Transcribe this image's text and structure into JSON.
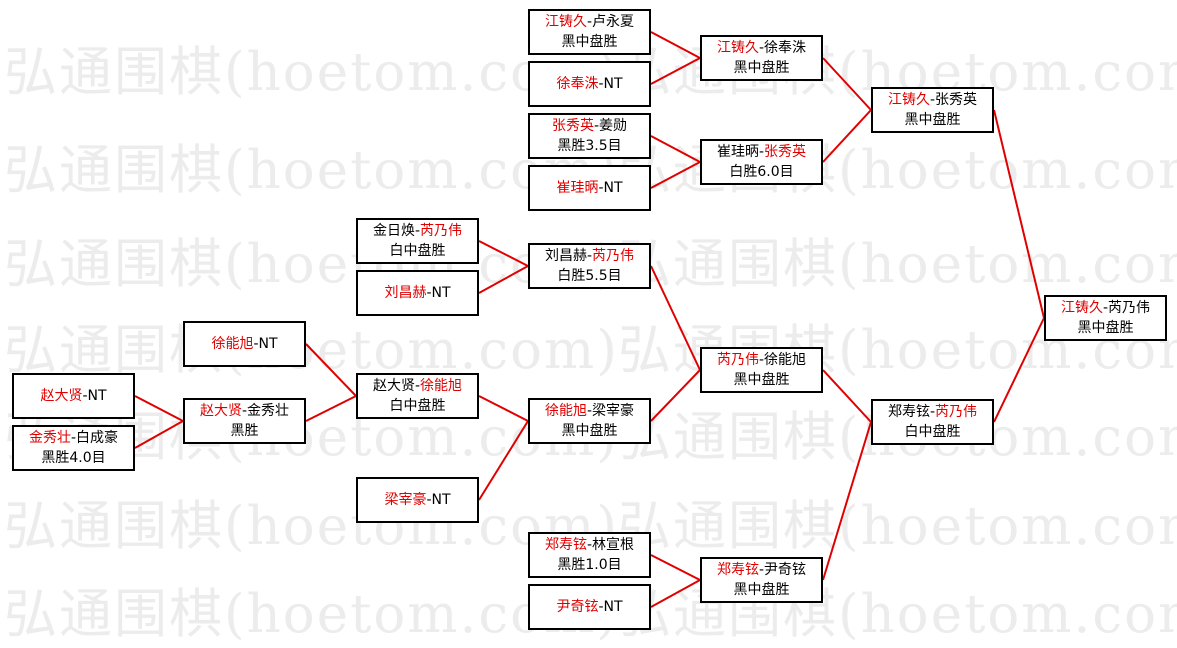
{
  "watermark": "弘通围棋(hoetom.com)",
  "colors": {
    "winner_text": "#e00000",
    "line": "#e00000",
    "border": "#000000"
  },
  "matches": [
    {
      "id": "r1a",
      "p1": "赵大贤",
      "sep": "-",
      "p2": "NT",
      "winner": 1,
      "result": ""
    },
    {
      "id": "r1b",
      "p1": "金秀壮",
      "sep": "-",
      "p2": "白成豪",
      "winner": 1,
      "result": "黑胜4.0目"
    },
    {
      "id": "r1c",
      "p1": "徐能旭",
      "sep": "-",
      "p2": "NT",
      "winner": 1,
      "result": ""
    },
    {
      "id": "r1d",
      "p1": "金日焕",
      "sep": "-",
      "p2": "芮乃伟",
      "winner": 2,
      "result": "白中盘胜"
    },
    {
      "id": "r1e",
      "p1": "刘昌赫",
      "sep": "-",
      "p2": "NT",
      "winner": 1,
      "result": ""
    },
    {
      "id": "r1f",
      "p1": "梁宰豪",
      "sep": "-",
      "p2": "NT",
      "winner": 1,
      "result": ""
    },
    {
      "id": "r1g",
      "p1": "江铸久",
      "sep": "-",
      "p2": "卢永夏",
      "winner": 1,
      "result": "黑中盘胜"
    },
    {
      "id": "r1h",
      "p1": "徐奉洙",
      "sep": "-",
      "p2": "NT",
      "winner": 1,
      "result": ""
    },
    {
      "id": "r1i",
      "p1": "张秀英",
      "sep": "-",
      "p2": "姜勋",
      "winner": 1,
      "result": "黑胜3.5目"
    },
    {
      "id": "r1j",
      "p1": "崔珪昞",
      "sep": "-",
      "p2": "NT",
      "winner": 1,
      "result": ""
    },
    {
      "id": "r1k",
      "p1": "郑寿铉",
      "sep": "-",
      "p2": "林宣根",
      "winner": 1,
      "result": "黑胜1.0目"
    },
    {
      "id": "r1l",
      "p1": "尹奇铉",
      "sep": "-",
      "p2": "NT",
      "winner": 1,
      "result": ""
    },
    {
      "id": "r2a",
      "p1": "赵大贤",
      "sep": "-",
      "p2": "金秀壮",
      "winner": 1,
      "result": "黑胜"
    },
    {
      "id": "r2b",
      "p1": "刘昌赫",
      "sep": "-",
      "p2": "芮乃伟",
      "winner": 2,
      "result": "白胜5.5目"
    },
    {
      "id": "r3a",
      "p1": "赵大贤",
      "sep": "-",
      "p2": "徐能旭",
      "winner": 2,
      "result": "白中盘胜"
    },
    {
      "id": "r4a",
      "p1": "徐能旭",
      "sep": "-",
      "p2": "梁宰豪",
      "winner": 1,
      "result": "黑中盘胜"
    },
    {
      "id": "r2c",
      "p1": "江铸久",
      "sep": "-",
      "p2": "徐奉洙",
      "winner": 1,
      "result": "黑中盘胜"
    },
    {
      "id": "r2d",
      "p1": "崔珪昞",
      "sep": "-",
      "p2": "张秀英",
      "winner": 2,
      "result": "白胜6.0目"
    },
    {
      "id": "r2e",
      "p1": "郑寿铉",
      "sep": "-",
      "p2": "尹奇铉",
      "winner": 1,
      "result": "黑中盘胜"
    },
    {
      "id": "r5a",
      "p1": "芮乃伟",
      "sep": "-",
      "p2": "徐能旭",
      "winner": 1,
      "result": "黑中盘胜"
    },
    {
      "id": "r6a",
      "p1": "江铸久",
      "sep": "-",
      "p2": "张秀英",
      "winner": 1,
      "result": "黑中盘胜"
    },
    {
      "id": "r6b",
      "p1": "郑寿铉",
      "sep": "-",
      "p2": "芮乃伟",
      "winner": 2,
      "result": "白中盘胜"
    },
    {
      "id": "final",
      "p1": "江铸久",
      "sep": "-",
      "p2": "芮乃伟",
      "winner": 1,
      "result": "黑中盘胜"
    }
  ],
  "links": [
    [
      "r1a",
      "r2a"
    ],
    [
      "r1b",
      "r2a"
    ],
    [
      "r1c",
      "r3a"
    ],
    [
      "r2a",
      "r3a"
    ],
    [
      "r1d",
      "r2b"
    ],
    [
      "r1e",
      "r2b"
    ],
    [
      "r3a",
      "r4a"
    ],
    [
      "r1f",
      "r4a"
    ],
    [
      "r2b",
      "r5a"
    ],
    [
      "r4a",
      "r5a"
    ],
    [
      "r1g",
      "r2c"
    ],
    [
      "r1h",
      "r2c"
    ],
    [
      "r1i",
      "r2d"
    ],
    [
      "r1j",
      "r2d"
    ],
    [
      "r2c",
      "r6a"
    ],
    [
      "r2d",
      "r6a"
    ],
    [
      "r1k",
      "r2e"
    ],
    [
      "r1l",
      "r2e"
    ],
    [
      "r5a",
      "r6b"
    ],
    [
      "r2e",
      "r6b"
    ],
    [
      "r6a",
      "final"
    ],
    [
      "r6b",
      "final"
    ]
  ]
}
